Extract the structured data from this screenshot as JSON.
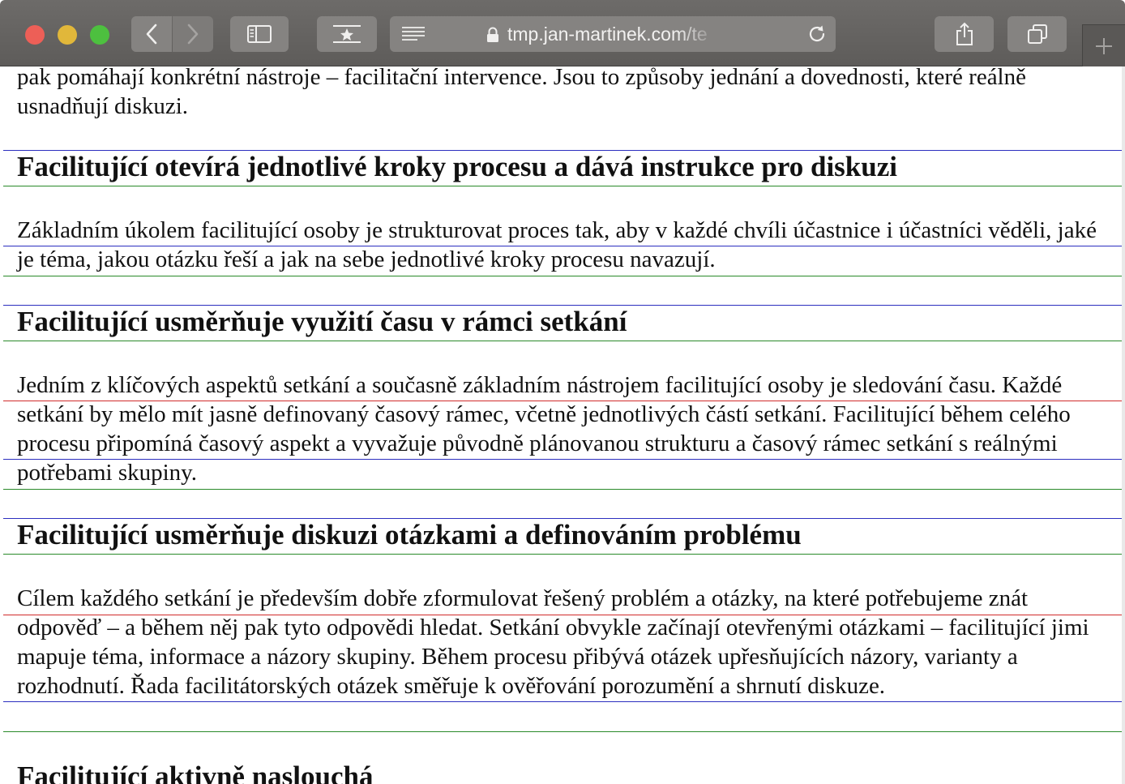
{
  "browser": {
    "url": "tmp.jan-martinek.com/te",
    "icons": {
      "back": "chevron-left-icon",
      "forward": "chevron-right-icon",
      "sidebar": "sidebar-icon",
      "reader": "star-bookmark-icon",
      "reader_lines": "reader-lines-icon",
      "lock": "lock-icon",
      "reload": "reload-icon",
      "share": "share-icon",
      "tabs": "tabs-overview-icon",
      "new_tab": "plus-icon"
    },
    "colors": {
      "close": "#ed5f57",
      "minimize": "#e1b73a",
      "maximize": "#4dc03f",
      "toolbar": "#656361"
    }
  },
  "article": {
    "intro_paragraph": "pak pomáhají konkrétní nástroje – facilitační intervence. Jsou to způsoby jednání a dovednosti, které reálně usnadňují diskuzi.",
    "sections": [
      {
        "heading": "Facilitující otevírá jednotlivé kroky procesu a dává instrukce pro diskuzi",
        "paragraph": "Základním úkolem facilitující osoby je strukturovat proces tak, aby v každé chvíli účastnice i účastníci věděli, jaké je téma, jakou otázku řeší a jak na sebe jednotlivé kroky procesu navazují."
      },
      {
        "heading": "Facilitující usměrňuje využití času v rámci setkání",
        "paragraph": "Jedním z klíčových aspektů setkání a současně základním nástrojem facilitující osoby je sledování času. Každé setkání by mělo mít jasně definovaný časový rámec, včetně jednotlivých částí setkání. Facilitující během celého procesu připomíná časový aspekt a vyvažuje původně plánovanou strukturu a časový rámec setkání s reálnými potřebami skupiny."
      },
      {
        "heading": "Facilitující usměrňuje diskuzi otázkami a definováním problému",
        "paragraph": "Cílem každého setkání je především dobře zformulovat řešený problém a otázky, na které potřebujeme znát odpověď – a během něj pak tyto odpovědi hledat. Setkání obvykle začínají otevřenými otázkami – facilitující jimi mapuje téma, informace a názory skupiny. Během procesu přibývá otázek upřesňujících názory, varianty a rozhodnutí. Řada facilitátorských otázek směřuje k ověřování porozumění a shrnutí diskuze."
      },
      {
        "heading": "Facilitující aktivně naslouchá"
      }
    ]
  }
}
